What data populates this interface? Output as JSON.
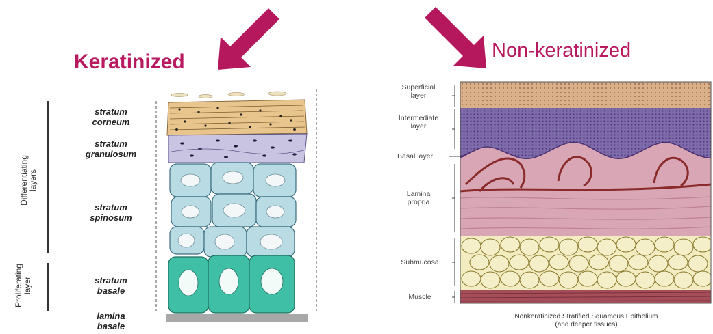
{
  "titles": {
    "keratinized": "Keratinized",
    "non_keratinized": "Non-keratinized"
  },
  "keratinized": {
    "side_groups": [
      {
        "label_line1": "Differentiating",
        "label_line2": "layers"
      },
      {
        "label_line1": "Proliferating",
        "label_line2": "layer"
      }
    ],
    "layers": [
      {
        "line1": "stratum",
        "line2": "corneum"
      },
      {
        "line1": "stratum",
        "line2": "granulosum"
      },
      {
        "line1": "stratum",
        "line2": "spinosum"
      },
      {
        "line1": "stratum",
        "line2": "basale"
      },
      {
        "line1": "lamina",
        "line2": "basale"
      }
    ]
  },
  "non_keratinized": {
    "labels": [
      {
        "line1": "Superficial",
        "line2": "layer"
      },
      {
        "line1": "Intermediate",
        "line2": "layer"
      },
      {
        "line1": "Basal layer",
        "line2": ""
      },
      {
        "line1": "Lamina",
        "line2": "propria"
      },
      {
        "line1": "Submucosa",
        "line2": ""
      },
      {
        "line1": "Muscle",
        "line2": ""
      }
    ],
    "caption_line1": "Nonkeratinized Stratified Squamous Epithelium",
    "caption_line2": "(and deeper tissues)"
  },
  "colors": {
    "accent": "#b8195f",
    "corneum": "#e9c58e",
    "granulosum": "#c9c4e2",
    "spinosum": "#b9dbe4",
    "basale": "#3fc0a6",
    "lamina": "#a8a8a8",
    "nk_superficial": "#d9b08a",
    "nk_intermediate": "#7f6bab",
    "nk_propria": "#d8a6b4",
    "nk_submucosa": "#f2ecc0",
    "nk_muscle": "#a44e5a"
  }
}
